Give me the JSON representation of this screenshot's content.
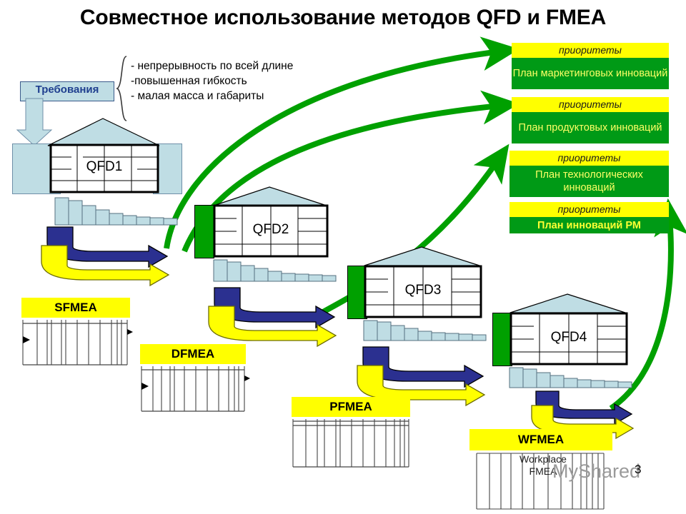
{
  "title": "Совместное использование методов QFD и FMEA",
  "requirements": {
    "box_label": "Требования",
    "items_text": "- непрерывность по всей длине\n-повышенная гибкость\n- малая масса и габариты",
    "items": [
      "- непрерывность по всей длине",
      "-повышенная гибкость",
      "- малая масса и габариты"
    ]
  },
  "qfd_houses": [
    {
      "label": "QFD1",
      "side_panel_color": "#bfdde4"
    },
    {
      "label": "QFD2",
      "side_panel_color": "#00a000"
    },
    {
      "label": "QFD3",
      "side_panel_color": "#00a000"
    },
    {
      "label": "QFD4",
      "side_panel_color": "#00a000"
    }
  ],
  "fmea_tables": [
    {
      "label": "SFMEA",
      "subtitle": ""
    },
    {
      "label": "DFMEA",
      "subtitle": ""
    },
    {
      "label": "PFMEA",
      "subtitle": ""
    },
    {
      "label": "WFMEA",
      "subtitle": "Workplace\nFMEA"
    }
  ],
  "plans": [
    {
      "header": "приоритеты",
      "body": "План маркетинговых инноваций",
      "bold": false
    },
    {
      "header": "приоритеты",
      "body": "План продуктовых инноваций",
      "bold": false
    },
    {
      "header": "приоритеты",
      "body": "План технологических инноваций",
      "bold": false
    },
    {
      "header": "приоритеты",
      "body": "План инноваций  РМ",
      "bold": true
    }
  ],
  "watermark": "MyShared",
  "page_number": "3",
  "colors": {
    "green": "#00a000",
    "plan_green": "#009a16",
    "yellow": "#ffff00",
    "light_blue": "#bfdde4",
    "navy": "#2b3090",
    "black": "#000000"
  }
}
